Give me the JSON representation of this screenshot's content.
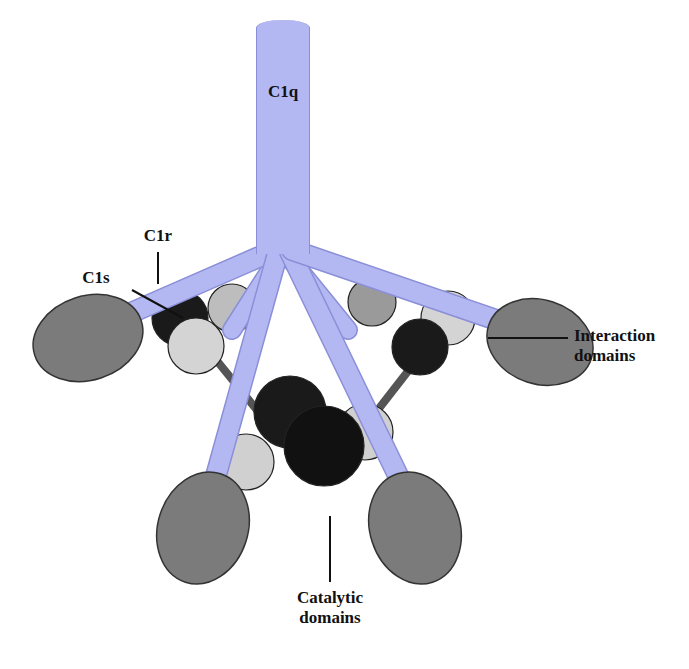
{
  "diagram": {
    "nodes": [
      {
        "text": [
          "C1q"
        ]
      }
    ],
    "labels": [
      "C1r",
      "C1s",
      "Interaction domains",
      "Catalytic domains"
    ]
  }
}
